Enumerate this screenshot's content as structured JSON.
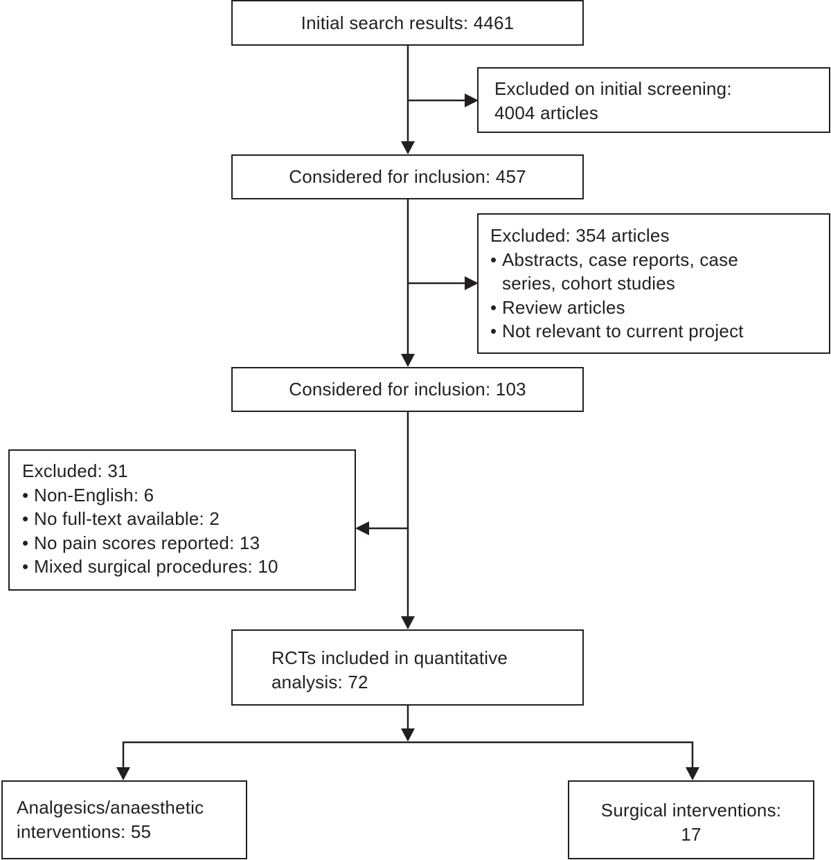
{
  "flowchart": {
    "search": {
      "text": "Initial search results: 4461"
    },
    "excluded_screening": {
      "lines": [
        "Excluded on initial screening:",
        "4004 articles"
      ]
    },
    "considered_1": {
      "text": "Considered for inclusion: 457"
    },
    "excluded_354": {
      "heading": "Excluded: 354 articles",
      "bullets": [
        "Abstracts, case reports, case",
        "series, cohort studies",
        "Review articles",
        "Not relevant to current project"
      ]
    },
    "considered_2": {
      "text": "Considered for inclusion: 103"
    },
    "excluded_31": {
      "heading": "Excluded: 31",
      "bullets": [
        "Non-English: 6",
        "No full-text available: 2",
        "No pain scores reported: 13",
        "Mixed surgical procedures: 10"
      ]
    },
    "rcts": {
      "lines": [
        "RCTs included in quantitative",
        "analysis: 72"
      ]
    },
    "analgesics": {
      "lines": [
        "Analgesics/anaesthetic",
        "interventions: 55"
      ]
    },
    "surgical": {
      "lines": [
        "Surgical interventions:",
        "17"
      ]
    },
    "bullet_mark": "•",
    "colors": {
      "ink": "#231f20",
      "background": "#ffffff"
    }
  }
}
